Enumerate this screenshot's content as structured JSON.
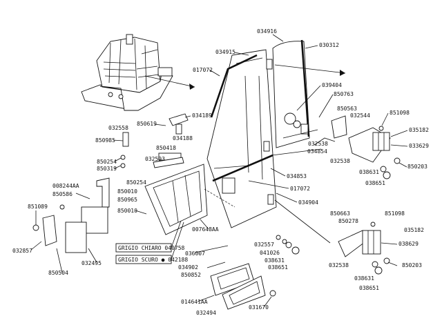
{
  "parts": {
    "p034916": "034916",
    "p030312": "030312",
    "p034915": "034915",
    "p017072a": "017072",
    "p039404": "039404",
    "p850763": "850763",
    "p850563": "850563",
    "p032544": "032544",
    "p851098a": "851098",
    "p035182a": "035182",
    "p033629": "033629",
    "p032538a": "032538",
    "p034854": "034854",
    "p032538b": "032538",
    "p038631a": "038631",
    "p850203a": "850203",
    "p038651a": "038651",
    "p034189": "034189",
    "p850619": "850619",
    "p032558": "032558",
    "p034188": "034188",
    "p850985": "850985",
    "p850418": "850418",
    "p032593": "032593",
    "p850254a": "850254",
    "p850319": "850319",
    "p034853": "034853",
    "p017072b": "017072",
    "p034904": "034904",
    "p008244AA": "008244AA",
    "p850586": "850586",
    "p850254b": "850254",
    "p850010a": "850010",
    "p850965": "850965",
    "p850010b": "850010",
    "p851089": "851089",
    "p007648AA": "007648AA",
    "p850663": "850663",
    "p850278": "850278",
    "p851098b": "851098",
    "p035182b": "035182",
    "p038629": "038629",
    "p032557": "032557",
    "p041026": "041026",
    "p038631b": "038631",
    "p038651b": "038651",
    "p032538c": "032538",
    "p850203b": "850203",
    "p038631c": "038631",
    "p038651c": "038651",
    "p032857": "032857",
    "p032495": "032495",
    "p850504": "850504",
    "p036007": "036007",
    "p034902": "034902",
    "p850852": "850852",
    "p014641AA": "014641AA",
    "p032494": "032494",
    "p031670": "031670"
  },
  "legend": {
    "grigio_chiaro": "GRIGIO CHIARO 040758",
    "grigio_scuro": "GRIGIO SCURO ● 042188"
  }
}
